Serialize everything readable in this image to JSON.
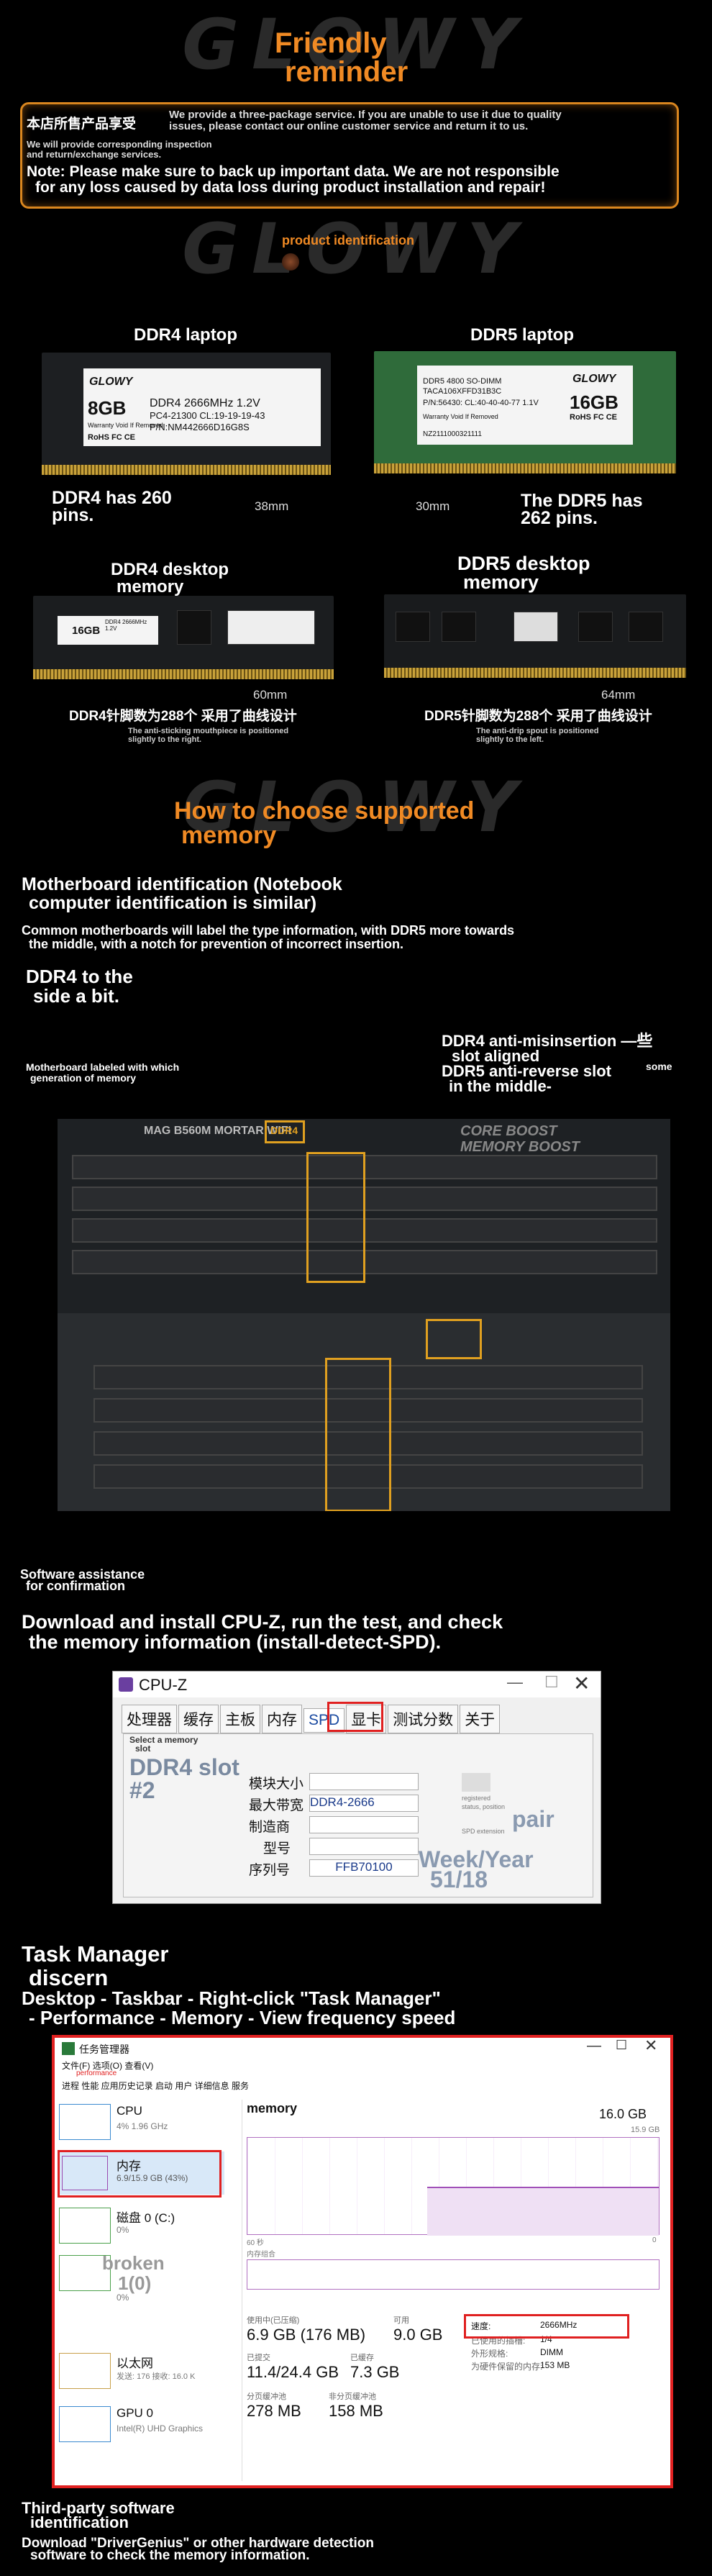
{
  "reminder": {
    "watermark": "GLOWY",
    "title_line1": "Friendly",
    "title_line2": "reminder",
    "overlap_cn": "本店所售产品享受",
    "line1": "We provide a three-package service. If you are unable to use it due to quality",
    "line2": "issues, please contact our online customer service and return it to us.",
    "line3": "We will provide corresponding inspection",
    "line4": "and return/exchange services.",
    "note1": "Note: Please make sure to back up important data. We are not responsible",
    "note2": "for any loss caused by data loss during product installation and repair!"
  },
  "identification": {
    "watermark": "GLOWY",
    "title": "product identification",
    "ddr4_laptop": {
      "title": "DDR4 laptop",
      "brand": "GLOWY",
      "spec1": "DDR4 2666MHz  1.2V",
      "spec2": "PC4-21300   CL:19-19-19-43",
      "spec3": "P/N:NM442666D16G8S",
      "size": "8GB",
      "warranty": "Warranty Void If Removed",
      "mark": "RoHS FC CE",
      "pins": "DDR4 has 260",
      "pins2": "pins.",
      "dim": "38mm"
    },
    "ddr5_laptop": {
      "title": "DDR5 laptop",
      "brand": "GLOWY",
      "spec1": "DDR5 4800 SO-DIMM",
      "spec2": "TACA106XFFD31B3C",
      "spec3": "P/N:56430:  CL:40-40-40-77  1.1V",
      "size": "16GB",
      "warranty": "Warranty Void If Removed",
      "mark": "RoHS FC CE",
      "serial": "NZ2111000321111",
      "dim": "30mm",
      "pins": "The DDR5 has",
      "pins2": "262 pins."
    },
    "ddr4_desktop": {
      "title_l1": "DDR4 desktop",
      "title_l2": "memory",
      "size": "16GB",
      "spec": "DDR4 2666MHz 1.2V",
      "dim": "60mm",
      "pins_cn": "DDR4针脚数为288个 采用了曲线设计",
      "note": "The anti-sticking mouthpiece is positioned",
      "note2": "slightly to the right."
    },
    "ddr5_desktop": {
      "title_l1": "DDR5 desktop",
      "title_l2": "memory",
      "dim": "64mm",
      "pins_cn": "DDR5针脚数为288个 采用了曲线设计",
      "note": "The anti-drip spout is positioned",
      "note2": "slightly to the left."
    }
  },
  "choose": {
    "watermark": "GLOWY",
    "title_l1": "How to choose supported",
    "title_l2": "memory",
    "mb_title_l1": "Motherboard identification (Notebook",
    "mb_title_l2": "computer identification is similar)",
    "mb_desc_l1": "Common motherboards will label the type information, with DDR5 more towards",
    "mb_desc_l2": "the middle, with a notch for prevention of incorrect insertion.",
    "ddr4_side_l1": "DDR4 to the",
    "ddr4_side_l2": "side a bit.",
    "mb_label_l1": "Motherboard labeled with which",
    "mb_label_l2": "generation of memory",
    "anti_l1": "DDR4 anti-misinsertion —些",
    "anti_l2": "slot aligned",
    "anti_l3": "DDR5 anti-reverse slot",
    "anti_some": "some",
    "anti_l4": "in the middle-",
    "board_text": "MAG B560M MORTAR WIFI",
    "board_ddr4": "DDR4",
    "board_text2": "CORE BOOST",
    "board_text3": "MEMORY BOOST"
  },
  "software": {
    "label_l1": "Software assistance",
    "label_l2": "for confirmation",
    "title_l1": "Download and install CPU-Z, run the test, and check",
    "title_l2": "the memory information (install-detect-SPD)."
  },
  "cpuz": {
    "title": "CPU-Z",
    "tabs": [
      "处理器",
      "缓存",
      "主板",
      "内存",
      "SPD",
      "显卡",
      "测试分数",
      "关于"
    ],
    "active_tab": "SPD",
    "select_l1": "Select a memory",
    "select_l2": "slot",
    "slot_label": "DDR4 slot",
    "slot_num": "#2",
    "rows": [
      {
        "label": "模块大小",
        "value": ""
      },
      {
        "label": "最大带宽",
        "value": "DDR4-2666"
      },
      {
        "label": "制造商",
        "value": ""
      },
      {
        "label": "型号",
        "value": ""
      },
      {
        "label": "序列号",
        "value": "FFB70100"
      }
    ],
    "right_small1": "registered",
    "right_small2": "status, position",
    "right_small3": "SPD extension",
    "pair": "pair",
    "week_l1": "Week/Year",
    "week_l2": "51/18"
  },
  "taskmgr_intro": {
    "title_l1": "Task Manager",
    "title_l2": "discern",
    "desc_l1": "Desktop - Taskbar - Right-click \"Task Manager\"",
    "desc_l2": "- Performance - Memory - View frequency speed"
  },
  "taskmgr": {
    "title": "任务管理器",
    "menu": "文件(F)  选项(O)  查看(V)",
    "performance": "performance",
    "tabs": "进程  性能  应用历史记录  启动  用户  详细信息  服务",
    "side": [
      {
        "name": "CPU",
        "detail": "4% 1.96 GHz"
      },
      {
        "name": "内存",
        "detail": "6.9/15.9 GB (43%)"
      },
      {
        "name": "磁盘 0 (C:)",
        "detail": "0%"
      },
      {
        "name": "broken",
        "detail": "1(0)"
      },
      {
        "name": "以太网",
        "detail": "发送: 176 接收: 16.0 K"
      },
      {
        "name": "GPU 0",
        "detail": "Intel(R) UHD Graphics"
      }
    ],
    "side_extra": "0%",
    "mem_title": "memory",
    "mem_total": "16.0 GB",
    "mem_sub": "15.9 GB",
    "axis_left": "60 秒",
    "axis_right": "0",
    "comp_label": "内存组合",
    "stats": {
      "in_use_label": "使用中(已压缩)",
      "in_use": "6.9 GB (176 MB)",
      "avail_label": "可用",
      "avail": "9.0 GB",
      "commit_label": "已提交",
      "commit": "11.4/24.4 GB",
      "cached_label": "已缓存",
      "cached": "7.3 GB",
      "paged_label": "分页缓冲池",
      "paged": "278 MB",
      "nonpaged_label": "非分页缓冲池",
      "nonpaged": "158 MB",
      "speed_label": "速度:",
      "speed": "2666MHz",
      "slots_label": "已使用的插槽:",
      "slots": "1/4",
      "form_label": "外形规格:",
      "form": "DIMM",
      "hw_label": "为硬件保留的内存:",
      "hw": "153 MB"
    }
  },
  "third_party": {
    "title_l1": "Third-party software",
    "title_l2": "identification",
    "desc_l1": "Download \"DriverGenius\" or other hardware detection",
    "desc_l2": "software to check the memory information."
  },
  "colors": {
    "accent": "#f08a24",
    "highlight": "#e02020",
    "outline": "#e0a020",
    "pcb_green": "#2f6b3a"
  }
}
